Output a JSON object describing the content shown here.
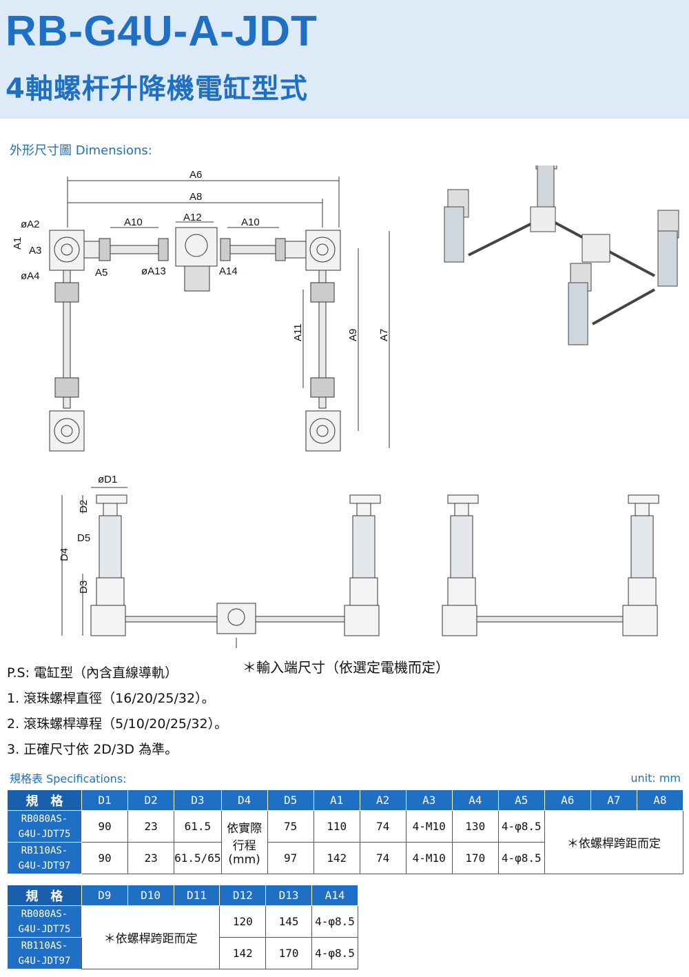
{
  "header": {
    "title": "RB-G4U-A-JDT",
    "subtitle": "4軸螺杆升降機電缸型式"
  },
  "dimensions_label": "外形尺寸圖 Dimensions:",
  "specifications_label": "規格表 Specifications:",
  "unit": "unit: mm",
  "diagram_labels": {
    "A1": "A1",
    "A2": "øA2",
    "A3": "A3",
    "A4": "øA4",
    "A5": "A5",
    "A6": "A6",
    "A7": "A7",
    "A8": "A8",
    "A9": "A9",
    "A10": "A10",
    "A11": "A11",
    "A12": "A12",
    "A13": "øA13",
    "A14": "A14",
    "D1": "øD1",
    "D2": "D2",
    "D3": "D3",
    "D4": "D4",
    "D5": "D5"
  },
  "input_note": "＊輸入端尺寸（依選定電機而定）",
  "notes": [
    "P.S: 電缸型（內含直線導軌）",
    "1. 滾珠螺桿直徑（16/20/25/32）。",
    "2. 滾珠螺桿導程（5/10/20/25/32）。",
    "3. 正確尺寸依 2D/3D 為準。"
  ],
  "table1": {
    "headers": [
      "規　格",
      "D1",
      "D2",
      "D3",
      "D4",
      "D5",
      "A1",
      "A2",
      "A3",
      "A4",
      "A5",
      "A6",
      "A7",
      "A8"
    ],
    "rows": [
      {
        "model1": "RB080AS-",
        "model2": "G4U-JDT75",
        "D1": "90",
        "D2": "23",
        "D3": "61.5",
        "D5": "75",
        "A1": "110",
        "A2": "74",
        "A3": "4-M10",
        "A4": "130",
        "A5": "4-φ8.5"
      },
      {
        "model1": "RB110AS-",
        "model2": "G4U-JDT97",
        "D1": "90",
        "D2": "23",
        "D3": "61.5/65",
        "D5": "97",
        "A1": "142",
        "A2": "74",
        "A3": "4-M10",
        "A4": "170",
        "A5": "4-φ8.5"
      }
    ],
    "D4_merged": [
      "依實際",
      "行程",
      "(mm)"
    ],
    "A6_A8_merged": "＊依螺桿跨距而定"
  },
  "table2": {
    "headers": [
      "規　格",
      "D9",
      "D10",
      "D11",
      "D12",
      "D13",
      "A14"
    ],
    "rows": [
      {
        "model1": "RB080AS-",
        "model2": "G4U-JDT75",
        "D12": "120",
        "D13": "145",
        "A14": "4-φ8.5"
      },
      {
        "model1": "RB110AS-",
        "model2": "G4U-JDT97",
        "D12": "142",
        "D13": "170",
        "A14": "4-φ8.5"
      }
    ],
    "D9_D11_merged": "＊依螺桿跨距而定"
  },
  "colors": {
    "brand": "#1f6fc5",
    "header_bg": "#ddeaf7"
  }
}
